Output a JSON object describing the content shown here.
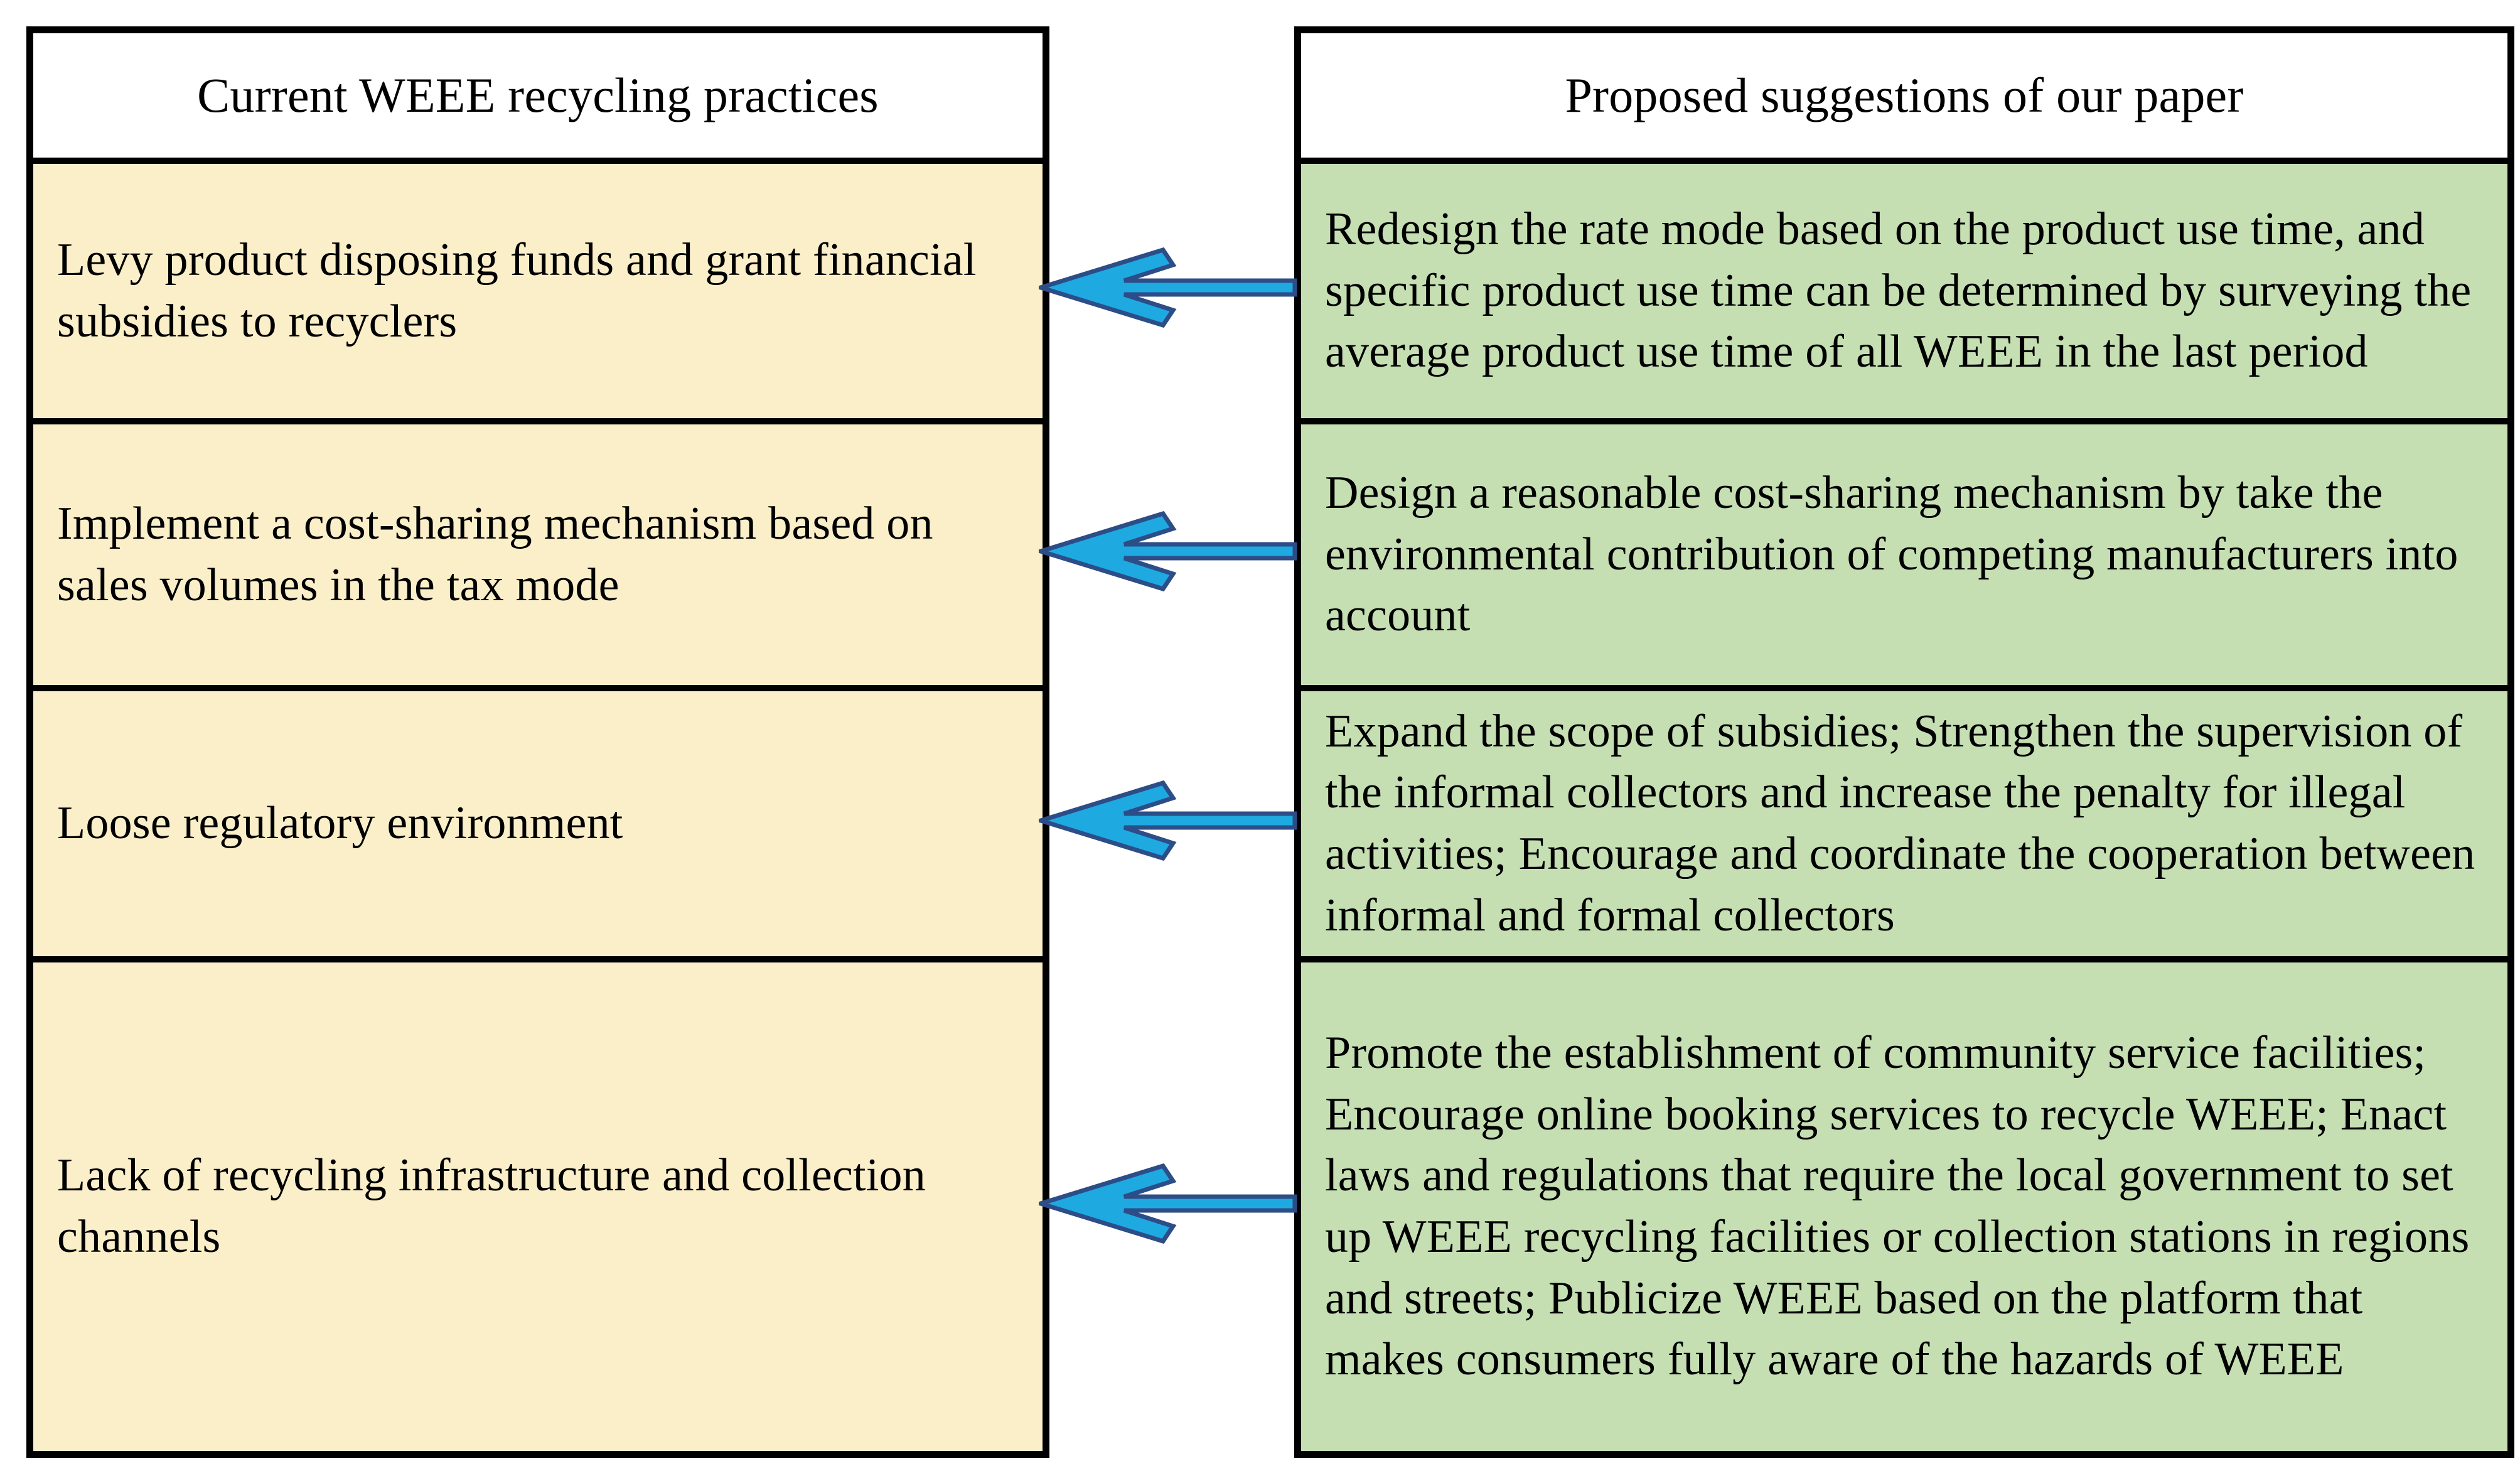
{
  "figure": {
    "left_table": {
      "header": "Current WEEE recycling practices",
      "rows": [
        "Levy product disposing funds and grant financial subsidies to recyclers",
        "Implement a cost-sharing mechanism based on sales volumes in the tax mode",
        "Loose regulatory environment",
        "Lack of recycling infrastructure and collection channels"
      ]
    },
    "right_table": {
      "header": "Proposed suggestions of our paper",
      "rows": [
        "Redesign the rate mode based on the product use time, and specific product use time can be determined by surveying the average product use time of all WEEE in the last period",
        "Design a reasonable cost-sharing mechanism by take the environmental contribution of competing manufacturers into account",
        "Expand the scope of subsidies; Strengthen the supervision of the informal collectors and increase the penalty for illegal activities; Encourage and coordinate the cooperation between informal and formal collectors",
        "Promote the establishment of community service facilities; Encourage online booking services to recycle WEEE; Enact laws and regulations that require the local government to set up WEEE recycling facilities or collection stations in regions and streets; Publicize WEEE based on the platform that makes consumers fully aware of the hazards of WEEE"
      ]
    },
    "arrows": {
      "count": 4,
      "direction": "right-to-left",
      "fill": "#1EA9E1",
      "stroke": "#2C4D87"
    },
    "colors": {
      "left_row_bg": "#FBEFC9",
      "right_row_bg": "#C5DFB3",
      "header_bg": "#FFFFFF",
      "border": "#000000"
    }
  }
}
